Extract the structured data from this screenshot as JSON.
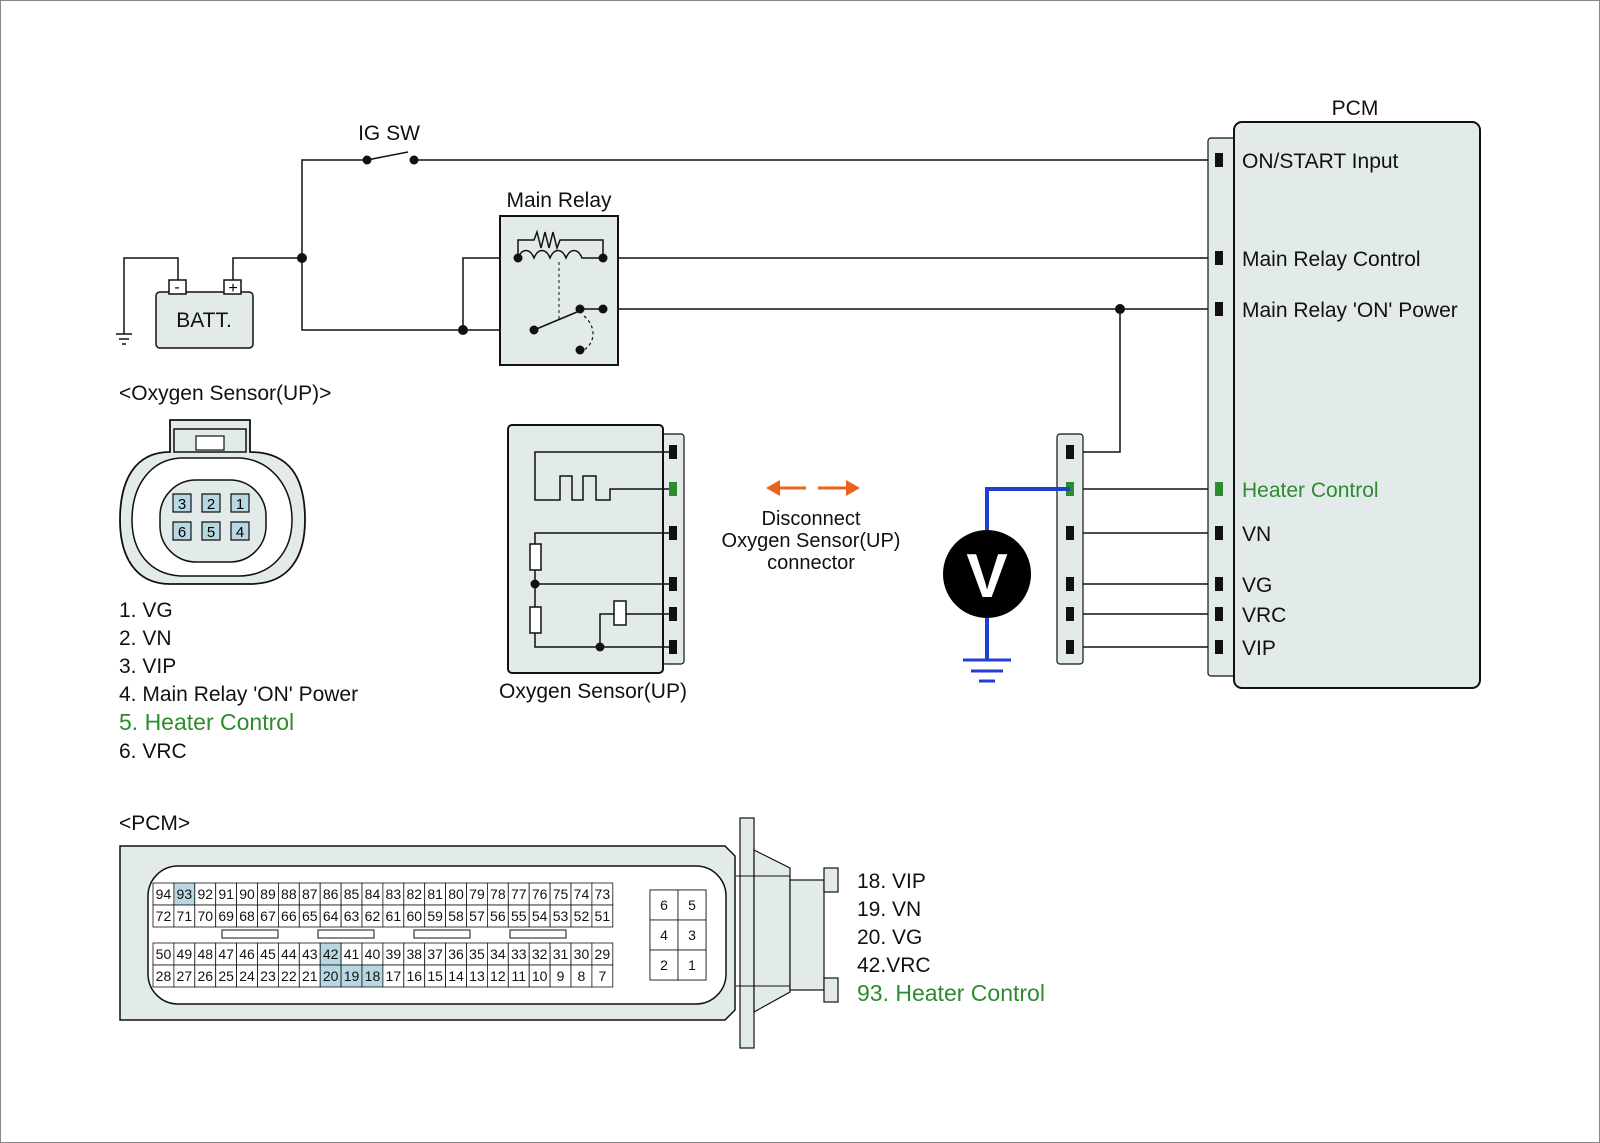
{
  "labels": {
    "ig_sw": "IG SW",
    "main_relay": "Main Relay",
    "battery": "BATT.",
    "batt_minus": "-",
    "batt_plus": "+",
    "pcm_title": "PCM",
    "o2_connector_title": "<Oxygen Sensor(UP)>",
    "o2_sensor_caption": "Oxygen Sensor(UP)",
    "pcm_connector_title": "<PCM>",
    "voltmeter": "V",
    "disconnect_line1": "Disconnect",
    "disconnect_line2": "Oxygen Sensor(UP)",
    "disconnect_line3": "connector"
  },
  "pcm_pins": [
    {
      "label": "ON/START Input",
      "highlight": false
    },
    {
      "label": "Main Relay Control",
      "highlight": false
    },
    {
      "label": "Main Relay 'ON' Power",
      "highlight": false
    },
    {
      "label": "Heater Control",
      "highlight": true
    },
    {
      "label": "VN",
      "highlight": false
    },
    {
      "label": "VG",
      "highlight": false
    },
    {
      "label": "VRC",
      "highlight": false
    },
    {
      "label": "VIP",
      "highlight": false
    }
  ],
  "o2_connector_pins": [
    "3",
    "2",
    "1",
    "6",
    "5",
    "4"
  ],
  "o2_pin_list": [
    {
      "text": "1. VG",
      "highlight": false
    },
    {
      "text": "2. VN",
      "highlight": false
    },
    {
      "text": "3. VIP",
      "highlight": false
    },
    {
      "text": "4. Main Relay 'ON' Power",
      "highlight": false
    },
    {
      "text": "5. Heater Control",
      "highlight": true
    },
    {
      "text": "6. VRC",
      "highlight": false
    }
  ],
  "pcm_connector_rows": [
    [
      "94",
      "93",
      "92",
      "91",
      "90",
      "89",
      "88",
      "87",
      "86",
      "85",
      "84",
      "83",
      "82",
      "81",
      "80",
      "79",
      "78",
      "77",
      "76",
      "75",
      "74",
      "73"
    ],
    [
      "72",
      "71",
      "70",
      "69",
      "68",
      "67",
      "66",
      "65",
      "64",
      "63",
      "62",
      "61",
      "60",
      "59",
      "58",
      "57",
      "56",
      "55",
      "54",
      "53",
      "52",
      "51"
    ],
    [
      "50",
      "49",
      "48",
      "47",
      "46",
      "45",
      "44",
      "43",
      "42",
      "41",
      "40",
      "39",
      "38",
      "37",
      "36",
      "35",
      "34",
      "33",
      "32",
      "31",
      "30",
      "29"
    ],
    [
      "28",
      "27",
      "26",
      "25",
      "24",
      "23",
      "22",
      "21",
      "20",
      "19",
      "18",
      "17",
      "16",
      "15",
      "14",
      "13",
      "12",
      "11",
      "10",
      "9",
      "8",
      "7"
    ]
  ],
  "pcm_connector_highlighted": [
    "93",
    "42",
    "20",
    "19",
    "18"
  ],
  "pcm_connector_small_block": [
    [
      "6",
      "5"
    ],
    [
      "4",
      "3"
    ],
    [
      "2",
      "1"
    ]
  ],
  "pcm_pin_list": [
    {
      "text": "18. VIP",
      "highlight": false
    },
    {
      "text": "19. VN",
      "highlight": false
    },
    {
      "text": "20. VG",
      "highlight": false
    },
    {
      "text": "42.VRC",
      "highlight": false
    },
    {
      "text": "93. Heater Control",
      "highlight": true
    }
  ],
  "colors": {
    "highlight_text": "#2e8b2e",
    "highlight_cell": "#b7d7e2",
    "meter_lead": "#1f3fd1",
    "arrow": "#e8641e",
    "component_fill": "#e3ebea"
  }
}
